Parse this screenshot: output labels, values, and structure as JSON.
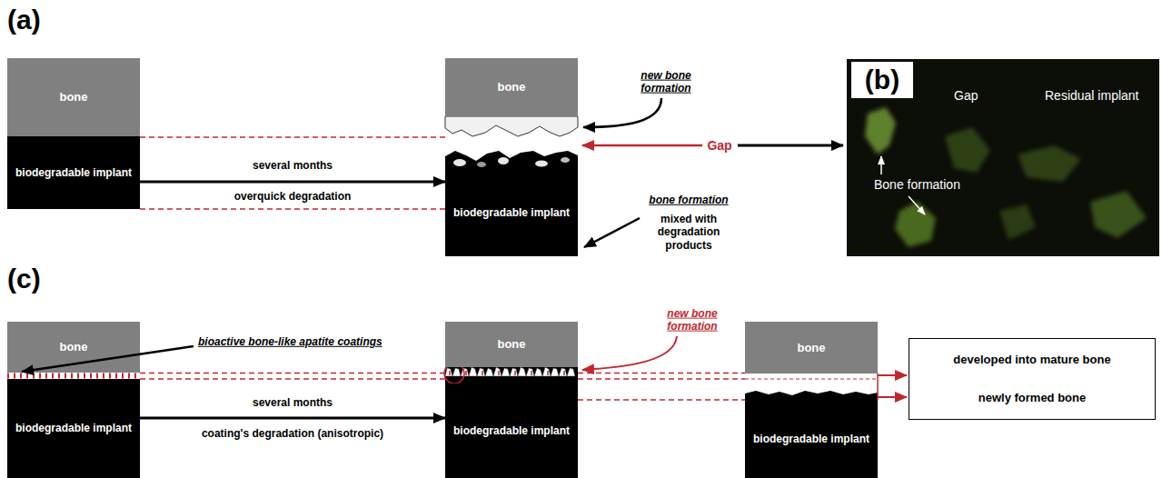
{
  "diagram": {
    "nodes": [
      {
        "text": [
          "bone"
        ]
      },
      {
        "text": [
          "biodegradable implant"
        ]
      },
      {
        "text": [
          "bone"
        ]
      },
      {
        "text": [
          "biodegradable implant"
        ]
      },
      {
        "text": [
          "Gap",
          "Residual implant",
          "Bone formation"
        ]
      },
      {
        "text": [
          "(b)"
        ],
        "in": 4
      },
      {
        "text": [
          "bone"
        ]
      },
      {
        "text": [
          "biodegradable implant"
        ]
      },
      {
        "text": [
          "bone"
        ]
      },
      {
        "text": [
          "biodegradable implant"
        ]
      },
      {
        "text": [
          "bone"
        ]
      },
      {
        "text": [
          "biodegradable implant"
        ]
      },
      {
        "text": [
          "developed into mature bone",
          "newly formed bone"
        ]
      }
    ],
    "edges": [
      {
        "from": 1,
        "to": 3,
        "arrow": "to",
        "label": "several months"
      },
      {
        "from": 7,
        "to": 9,
        "arrow": "to",
        "label": "several months"
      }
    ],
    "labels": [
      "(a)",
      "new bone formation",
      "Gap",
      "bone formation",
      "mixed with degradation products",
      "overquick degradation",
      "(c)",
      "bioactive bone-like apatite coatings",
      "coating's degradation (anisotropic)",
      "new bone formation"
    ]
  }
}
